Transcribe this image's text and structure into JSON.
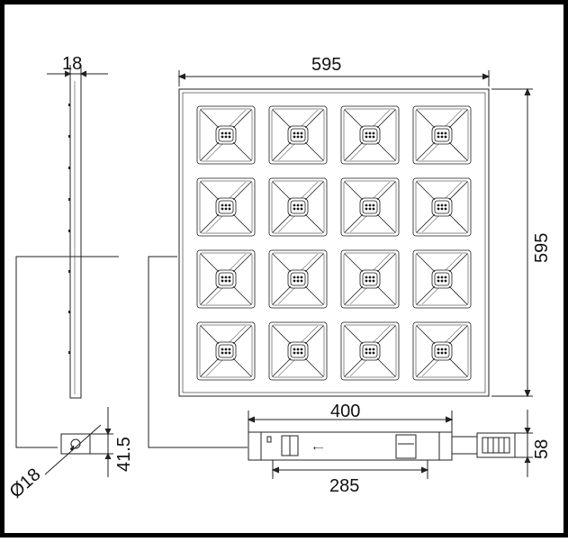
{
  "dimensions": {
    "profile_thickness": "18",
    "panel_width": "595",
    "panel_height": "595",
    "driver_length": "400",
    "driver_mount_spacing": "285",
    "driver_height": "58",
    "clip_offset": "41.5",
    "clip_diameter": "Ø18"
  },
  "panel": {
    "rows": 4,
    "columns": 4
  },
  "colors": {
    "line": "#1a1a1a",
    "frame_border": "#000000",
    "background": "#ffffff"
  }
}
